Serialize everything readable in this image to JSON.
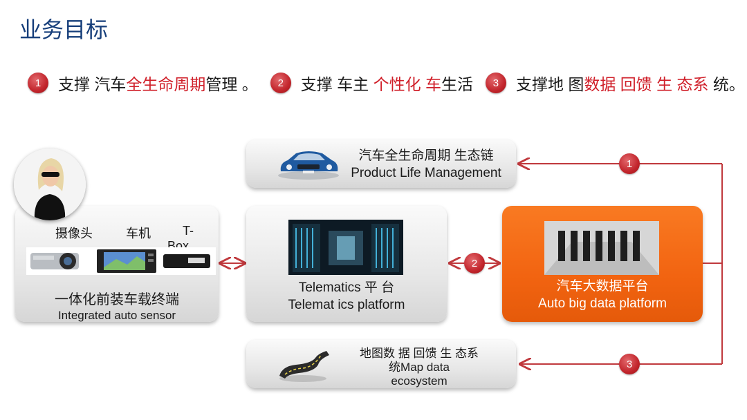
{
  "title": "业务目标",
  "goals": [
    {
      "badge": "1",
      "before": "支撑 汽车",
      "highlight": "全生命周期",
      "after": "管理 。"
    },
    {
      "badge": "2",
      "before": "支撑 车主 ",
      "highlight": "个性化 车",
      "after": "生活"
    },
    {
      "badge": "3",
      "before": "支撑地 图",
      "highlight": "数据 回馈 生 态系",
      "after": " 统。"
    }
  ],
  "lifecycle_box": {
    "line1": "汽车全生命周期 生态链",
    "line2": "Product  Life  Management"
  },
  "sensor_box": {
    "label_camera": "摄像头",
    "label_headunit": "车机",
    "label_tbox_1": "T-",
    "label_tbox_2": "Box",
    "line1": "一体化前装车载终端",
    "line2": "Integrated auto sensor"
  },
  "telematics_box": {
    "line1": "Telematics 平 台",
    "line2": "Telemat ics  platform"
  },
  "bigdata_box": {
    "line1": "汽车大数据平台",
    "line2": "Auto  big  data  platform"
  },
  "map_box": {
    "line1": "地图数 据 回馈 生 态系",
    "line2": "统Map data",
    "line3": "ecosystem"
  },
  "connectors": [
    {
      "badge": "1"
    },
    {
      "badge": "2"
    },
    {
      "badge": "3"
    }
  ],
  "colors": {
    "title": "#163e7a",
    "highlight": "#d0202a",
    "arrow": "#c0393d",
    "orange": "#f26411"
  }
}
